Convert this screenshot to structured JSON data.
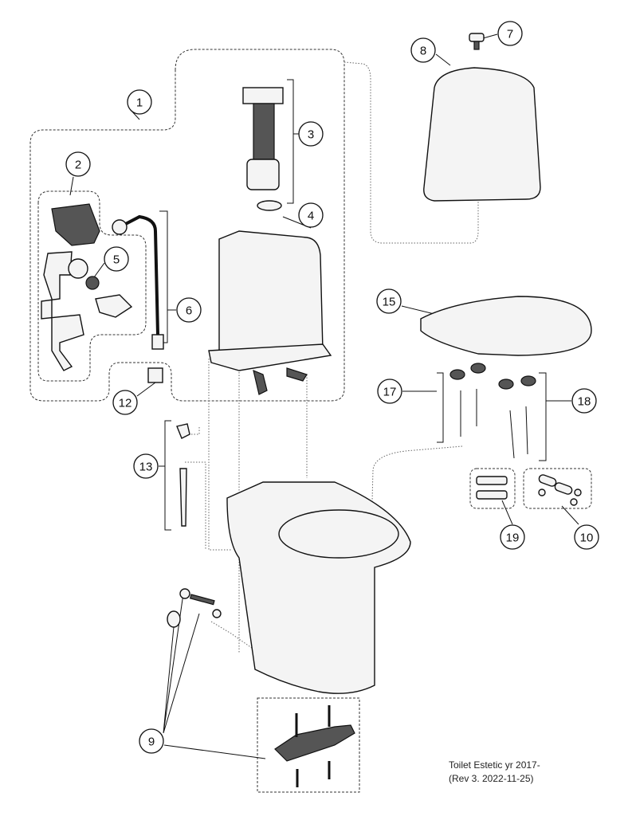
{
  "title": "Toilet Estetic yr 2017-",
  "revision": "(Rev 3. 2022-11-25)",
  "callouts": [
    "1",
    "2",
    "3",
    "4",
    "5",
    "6",
    "7",
    "8",
    "9",
    "10",
    "12",
    "13",
    "15",
    "17",
    "18",
    "19"
  ]
}
